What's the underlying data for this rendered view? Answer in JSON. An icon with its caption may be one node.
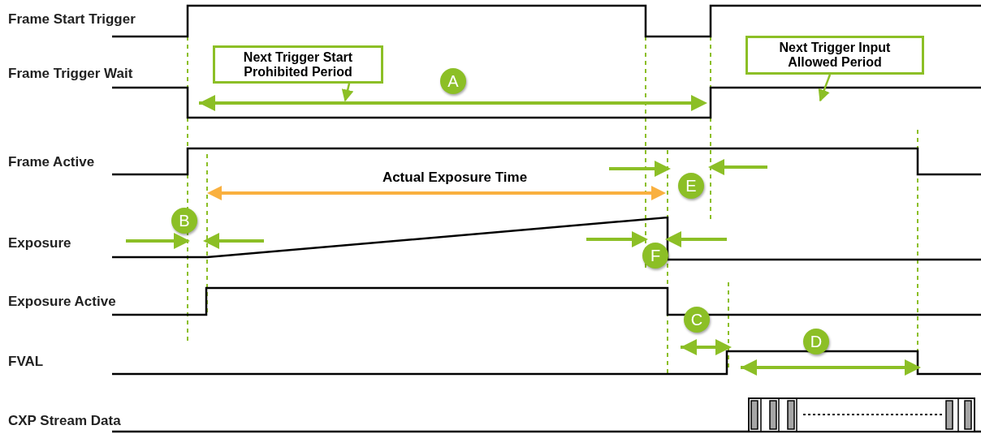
{
  "diagram": {
    "nodes": [
      {
        "text": [
          "Next Trigger Start Prohibited Period"
        ]
      },
      {
        "text": [
          "Next Trigger Input Allowed Period"
        ]
      },
      {
        "text": [
          "A"
        ]
      },
      {
        "text": [
          "E"
        ]
      },
      {
        "text": [
          "B"
        ]
      },
      {
        "text": [
          "F"
        ]
      },
      {
        "text": [
          "C"
        ]
      },
      {
        "text": [
          "D"
        ]
      }
    ],
    "edges": [
      {
        "from": 0,
        "to": null,
        "arrow": "to"
      },
      {
        "from": 1,
        "to": null,
        "arrow": "to"
      }
    ],
    "labels": [
      "Frame Start Trigger",
      "Frame Trigger Wait",
      "Frame Active",
      "Actual Exposure Time",
      "Exposure",
      "Exposure Active",
      "FVAL",
      "CXP Stream Data"
    ]
  }
}
